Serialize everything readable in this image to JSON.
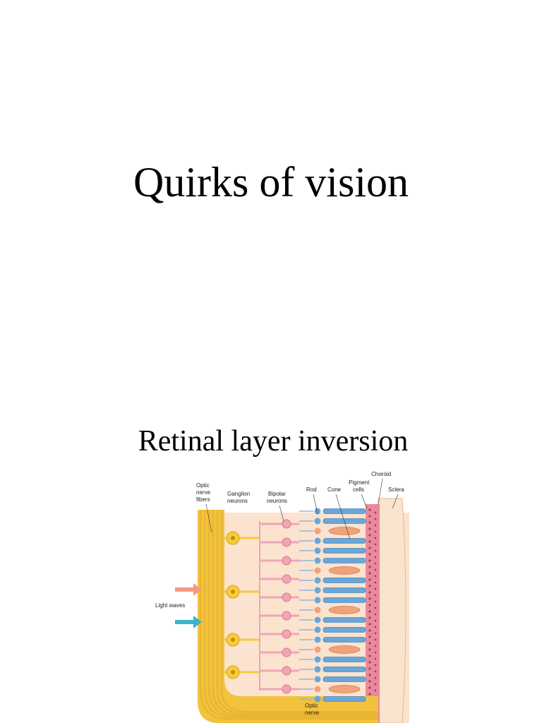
{
  "slide": {
    "title": "Quirks of vision",
    "subtitle": "Retinal layer inversion"
  },
  "figure": {
    "labels": {
      "optic_nerve_fibers": [
        "Optic",
        "nerve",
        "fibers"
      ],
      "ganglion_neurons": [
        "Ganglion",
        "neurons"
      ],
      "bipolar_neurons": [
        "Bipolar",
        "neurons"
      ],
      "rod": "Rod",
      "cone": "Cone",
      "pigment_cells": [
        "Pigment",
        "cells"
      ],
      "choroid": "Choroid",
      "sclera": "Sclera",
      "light_waves": "Light waves",
      "optic_nerve": [
        "Optic",
        "nerve"
      ]
    },
    "colors": {
      "background": "#fbe3cf",
      "nerve_fibers": "#f2c23c",
      "ganglion": "#f5cd3a",
      "bipolar": "#f2a5b4",
      "rod": "#6aa7d8",
      "cone": "#f0a27a",
      "pigment": "#d9657e",
      "sclera": "#fae4cd",
      "arrow_top": "#f49a80",
      "arrow_bottom": "#3fb3c7"
    }
  }
}
